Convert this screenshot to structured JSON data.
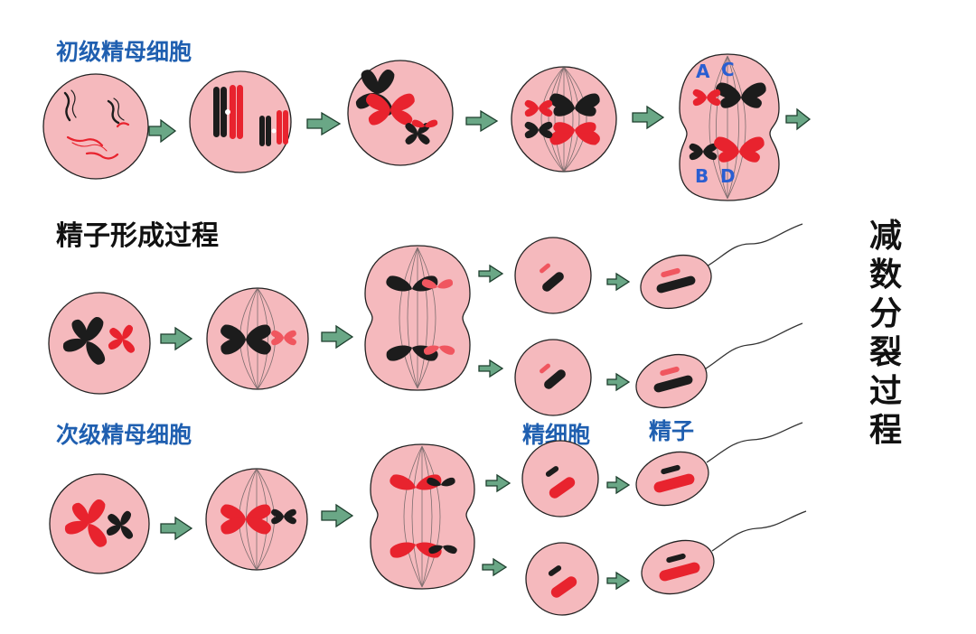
{
  "labels": {
    "primary_spermatocyte": "初级精母细胞",
    "process_title": "精子形成过程",
    "secondary_spermatocyte": "次级精母细胞",
    "spermatid": "精细胞",
    "sperm": "精子",
    "side_title": "减数分裂过程"
  },
  "chromatid_letters": {
    "a": "A",
    "c": "C",
    "b": "B",
    "d": "D"
  },
  "colors": {
    "label_blue": "#1f5fb0",
    "title_black": "#111111",
    "letter_blue": "#2a5ed1",
    "cell_fill": "#f5b9bd",
    "arrow_fill": "#6aa786",
    "chromosome_black": "#1c1c1c",
    "chromosome_red": "#e8232e"
  }
}
